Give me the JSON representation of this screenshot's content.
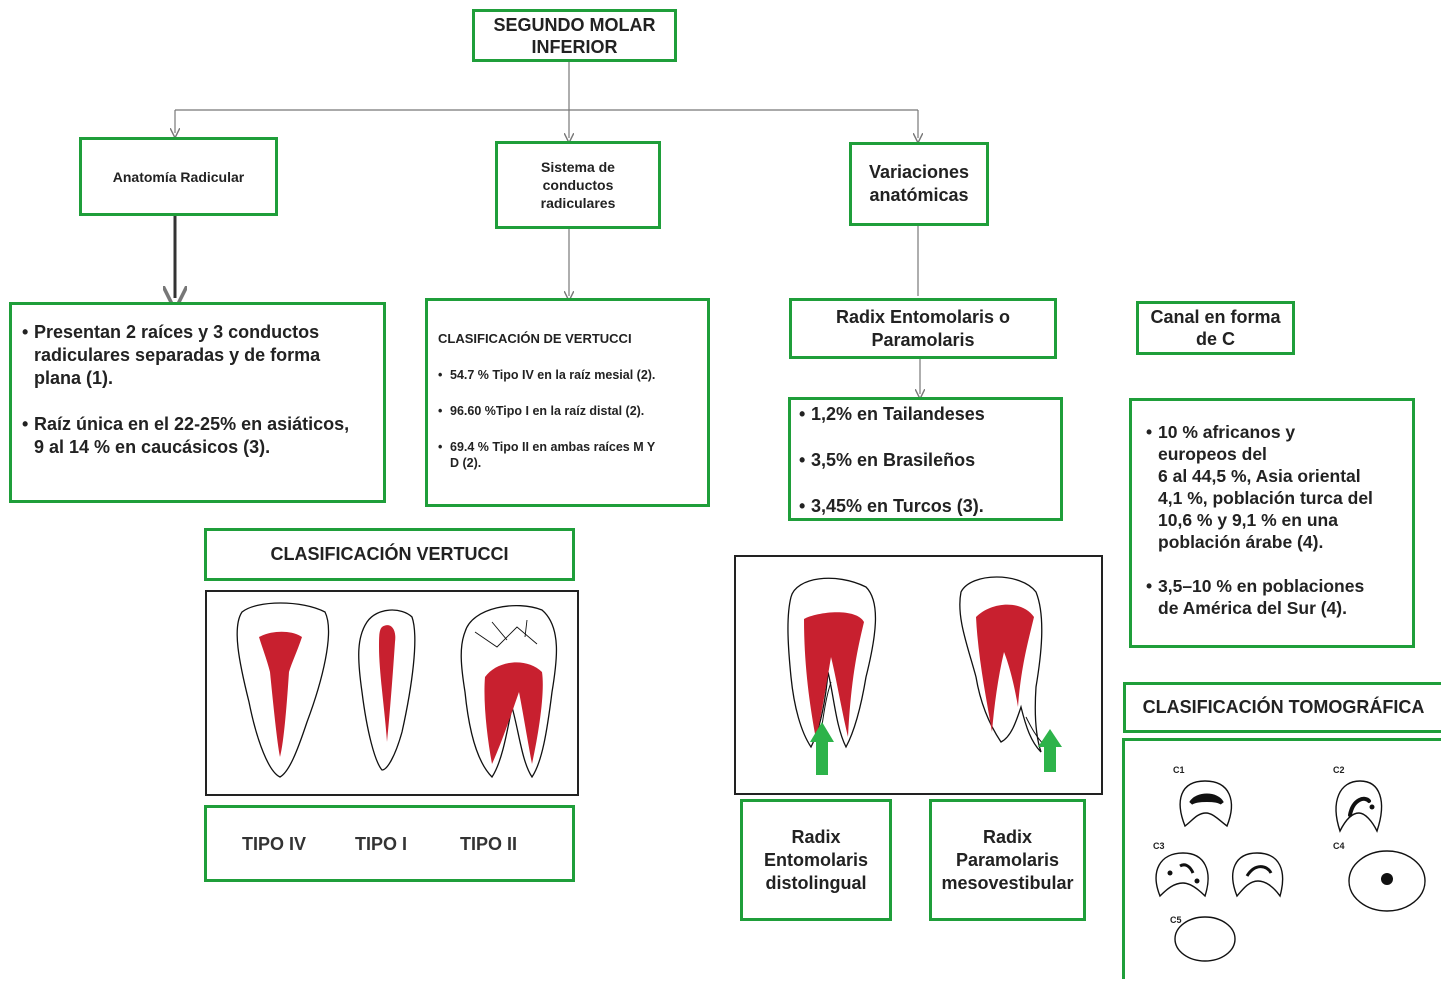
{
  "root": {
    "line1": "SEGUNDO MOLAR",
    "line2": "INFERIOR"
  },
  "branches": {
    "anatomia": "Anatomía Radicular",
    "sistema": {
      "line1": "Sistema de",
      "line2": "conductos",
      "line3": "radiculares"
    },
    "variaciones": {
      "line1": "Variaciones",
      "line2": "anatómicas"
    }
  },
  "anatomia_details": {
    "item1": {
      "line1": "Presentan 2 raíces y 3 conductos",
      "line2": "radiculares separadas y de forma",
      "line3": "plana (1)."
    },
    "item2": {
      "line1": "Raíz única en el 22-25% en asiáticos,",
      "line2": "9 al 14 % en caucásicos (3)."
    }
  },
  "vertucci_box": {
    "title": "CLASIFICACIÓN DE VERTUCCI",
    "item1": "54.7 % Tipo IV en la raíz mesial (2).",
    "item2": "96.60 %Tipo I en la raíz distal (2).",
    "item3": {
      "line1": "69.4 % Tipo II en ambas raíces M Y",
      "line2": "D (2)."
    }
  },
  "vertucci_figure": {
    "title": "CLASIFICACIÓN VERTUCCI",
    "labels": [
      "TIPO IV",
      "TIPO I",
      "TIPO II"
    ]
  },
  "radix": {
    "title": {
      "line1": "Radix Entomolaris o",
      "line2": "Paramolaris"
    },
    "items": [
      "1,2% en Tailandeses",
      "3,5% en Brasileños",
      "3,45%  en Turcos (3)."
    ],
    "label_left": {
      "line1": "Radix",
      "line2": "Entomolaris",
      "line3": "distolingual"
    },
    "label_right": {
      "line1": "Radix",
      "line2": "Paramolaris",
      "line3": "mesovestibular"
    }
  },
  "canal_c": {
    "title": {
      "line1": "Canal en forma",
      "line2": "de C"
    },
    "item1": {
      "line1": "10 % africanos y",
      "line2": "europeos del",
      "line3": "6 al 44,5 %, Asia oriental",
      "line4": "4,1 %, población turca del",
      "line5": "10,6 % y 9,1 % en una",
      "line6": "población árabe (4)."
    },
    "item2": {
      "line1": "3,5–10 % en poblaciones",
      "line2": "de América del Sur (4)."
    }
  },
  "tomografica": {
    "title": "CLASIFICACIÓN TOMOGRÁFICA",
    "labels": [
      "C1",
      "C2",
      "C3",
      "C4",
      "C5"
    ]
  },
  "colors": {
    "border": "#1f9e3a",
    "pulp": "#c8202f",
    "arrow": "#2db34a",
    "line": "#777777"
  }
}
